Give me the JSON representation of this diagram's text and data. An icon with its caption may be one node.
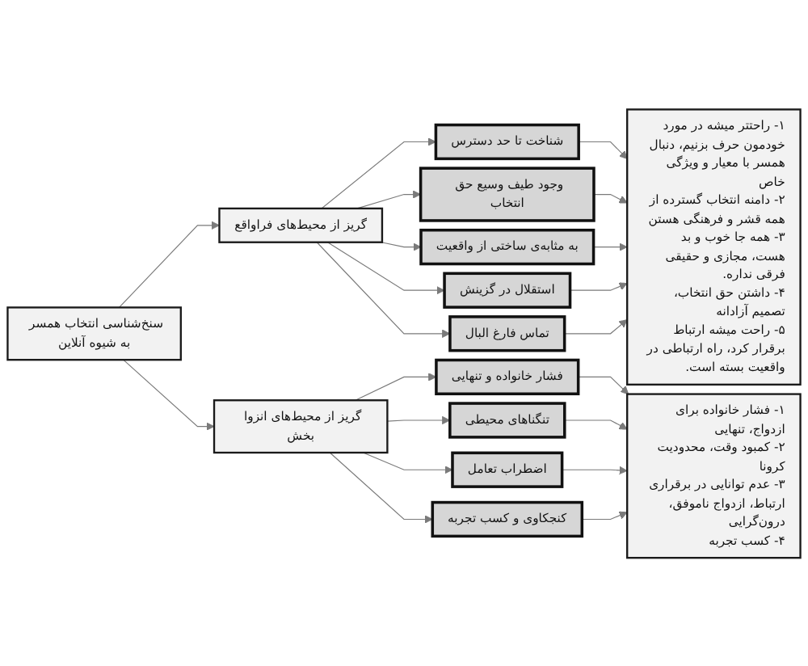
{
  "diagram": {
    "nodes": [
      {
        "text": [
          "سنخ‌شناسی انتخاب همسر به شیوه آنلاین"
        ]
      },
      {
        "text": [
          "گریز از محیط‌های فراواقع"
        ]
      },
      {
        "text": [
          "شناخت تا حد دسترس"
        ]
      },
      {
        "text": [
          "وجود طیف وسیع حق انتخاب"
        ]
      },
      {
        "text": [
          "به مثابه‌ی ساختی از واقعیت"
        ]
      },
      {
        "text": [
          "استقلال در گزینش"
        ]
      },
      {
        "text": [
          "تماس فارغ البال"
        ]
      },
      {
        "text": [
          "۱- راحتتر میشه در مورد خودمون حرف بزنیم، دنبال همسر با معیار و ویژگی خاص",
          "۲- دامنه انتخاب گسترده از همه قشر و فرهنگی هستن",
          "۳- همه جا خوب و بد هست، مجازی و حقیقی فرقی نداره.",
          "۴- داشتن حق انتخاب، تصمیم آزادانه",
          "۵- راحت میشه ارتباط برقرار کرد، راه ارتباطی در واقعیت بسته است."
        ]
      },
      {
        "text": [
          "گریز از محیط‌های انزوا بخش"
        ]
      },
      {
        "text": [
          "فشار خانواده و تنهایی"
        ]
      },
      {
        "text": [
          "تنگناهای محیطی"
        ]
      },
      {
        "text": [
          "اضطراب تعامل"
        ]
      },
      {
        "text": [
          "کنجکاوی و کسب تجربه"
        ]
      },
      {
        "text": [
          "۱- فشار خانواده برای ازدواج، تنهایی",
          "۲- کمبود وقت، محدودیت کرونا",
          "۳- عدم توانایی در برقراری ارتباط، ازدواج ناموفق، درون‌گرایی",
          "۴- کسب تجربه"
        ]
      }
    ],
    "edges": [
      {
        "from": 0,
        "to": 1,
        "arrow": "to"
      },
      {
        "from": 0,
        "to": 8,
        "arrow": "to"
      },
      {
        "from": 1,
        "to": 2,
        "arrow": "to"
      },
      {
        "from": 1,
        "to": 3,
        "arrow": "to"
      },
      {
        "from": 1,
        "to": 4,
        "arrow": "to"
      },
      {
        "from": 1,
        "to": 5,
        "arrow": "to"
      },
      {
        "from": 1,
        "to": 6,
        "arrow": "to"
      },
      {
        "from": 2,
        "to": 7,
        "arrow": "to"
      },
      {
        "from": 3,
        "to": 7,
        "arrow": "to"
      },
      {
        "from": 4,
        "to": 7,
        "arrow": "to"
      },
      {
        "from": 5,
        "to": 7,
        "arrow": "to"
      },
      {
        "from": 6,
        "to": 7,
        "arrow": "to"
      },
      {
        "from": 8,
        "to": 9,
        "arrow": "to"
      },
      {
        "from": 8,
        "to": 10,
        "arrow": "to"
      },
      {
        "from": 8,
        "to": 11,
        "arrow": "to"
      },
      {
        "from": 8,
        "to": 12,
        "arrow": "to"
      },
      {
        "from": 9,
        "to": 13,
        "arrow": "to"
      },
      {
        "from": 10,
        "to": 13,
        "arrow": "to"
      },
      {
        "from": 11,
        "to": 13,
        "arrow": "to"
      },
      {
        "from": 12,
        "to": 13,
        "arrow": "to"
      }
    ]
  }
}
